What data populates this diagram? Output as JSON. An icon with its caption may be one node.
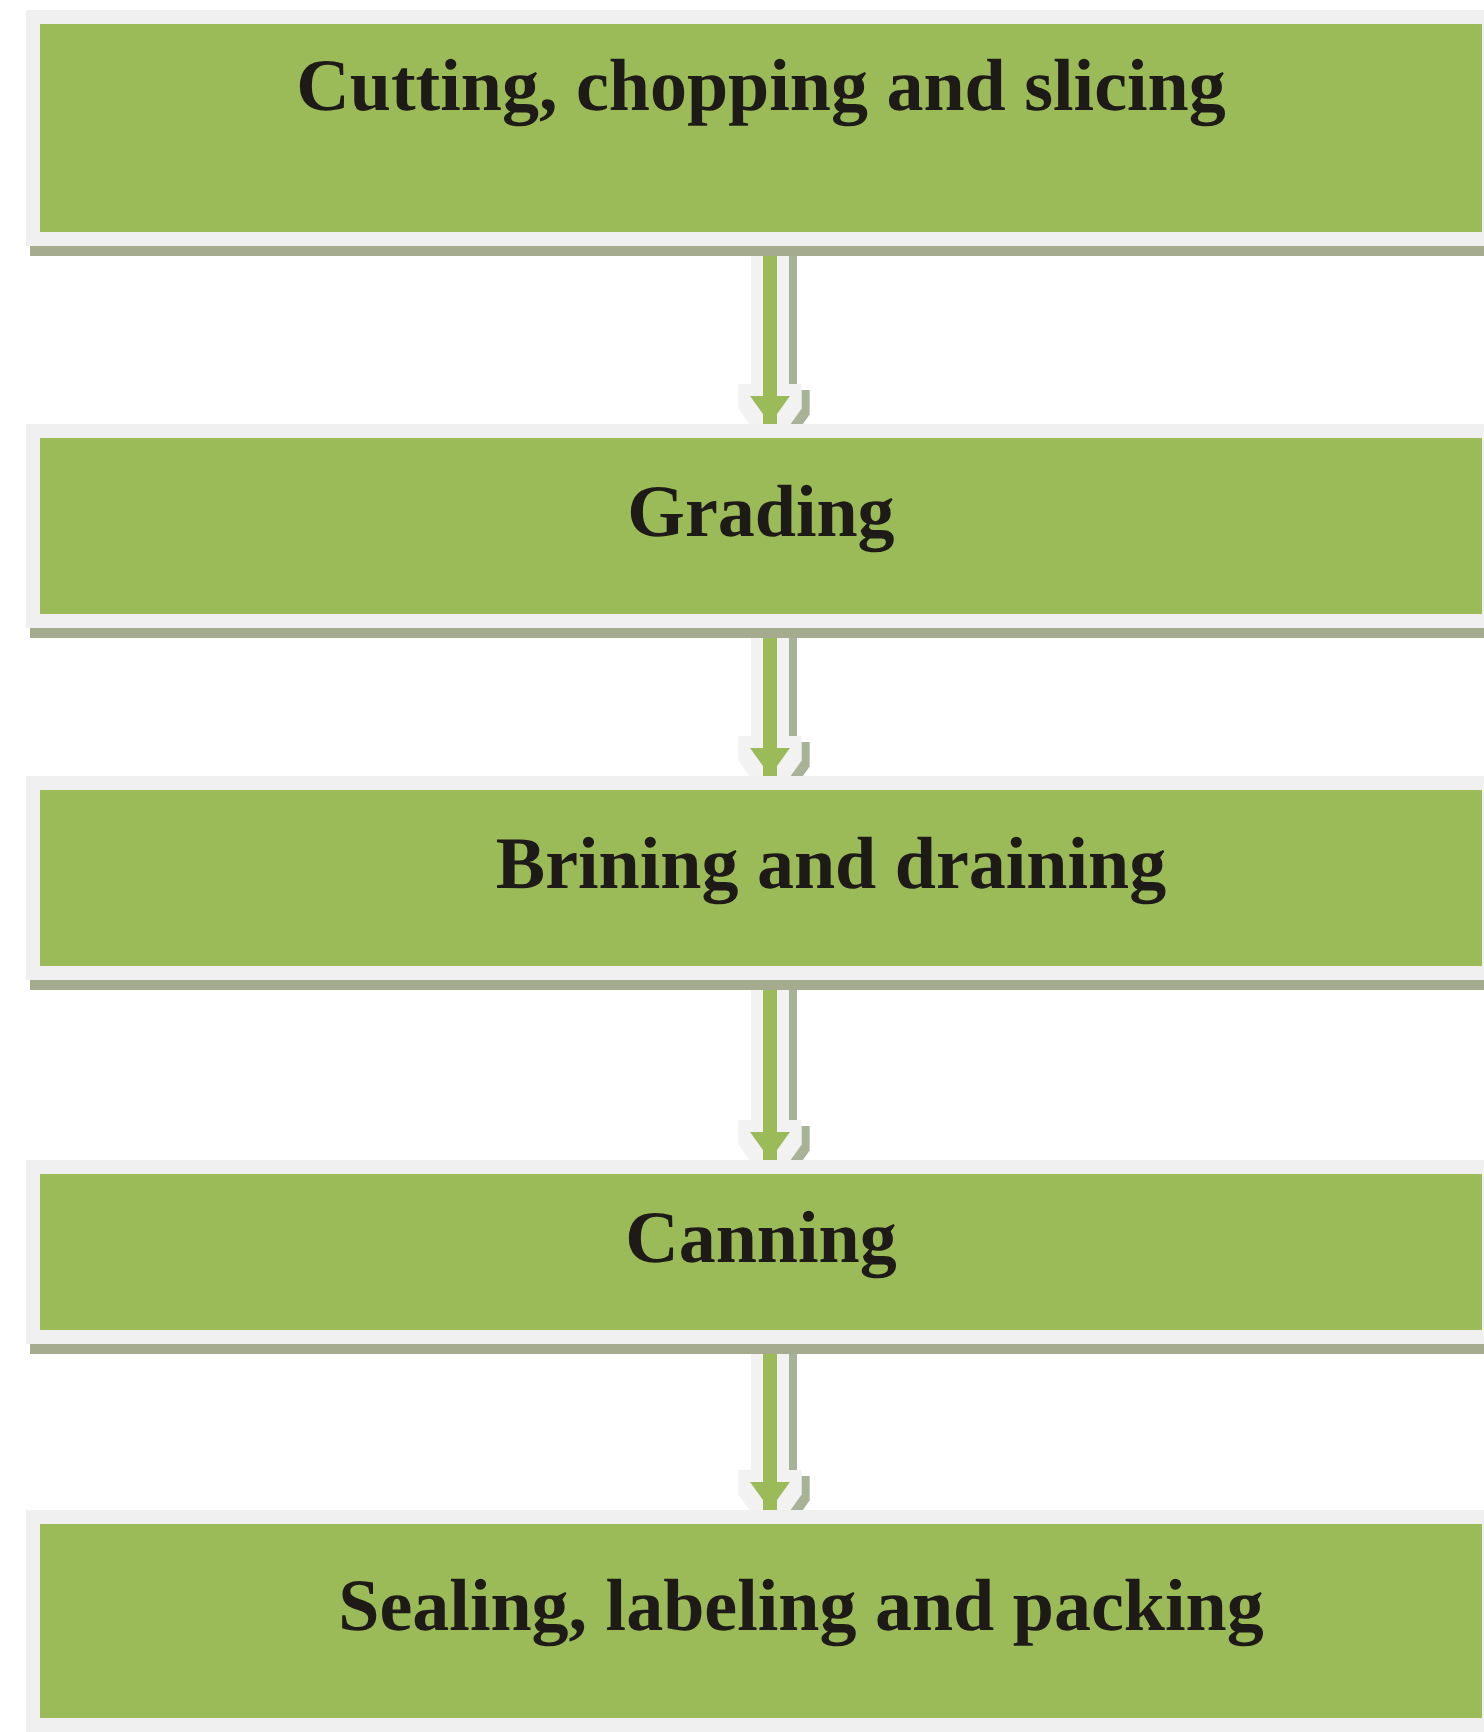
{
  "diagram": {
    "nodes": [
      {
        "text": [
          "Cutting, chopping and slicing"
        ]
      },
      {
        "text": [
          "Grading"
        ]
      },
      {
        "text": [
          "Brining and draining"
        ]
      },
      {
        "text": [
          "Canning"
        ]
      },
      {
        "text": [
          "Sealing, labeling and packing"
        ]
      }
    ],
    "edges": [
      {
        "from": 0,
        "to": 1,
        "arrow": "to"
      },
      {
        "from": 1,
        "to": 2,
        "arrow": "to"
      },
      {
        "from": 2,
        "to": 3,
        "arrow": "to"
      },
      {
        "from": 3,
        "to": 4,
        "arrow": "to"
      }
    ]
  }
}
